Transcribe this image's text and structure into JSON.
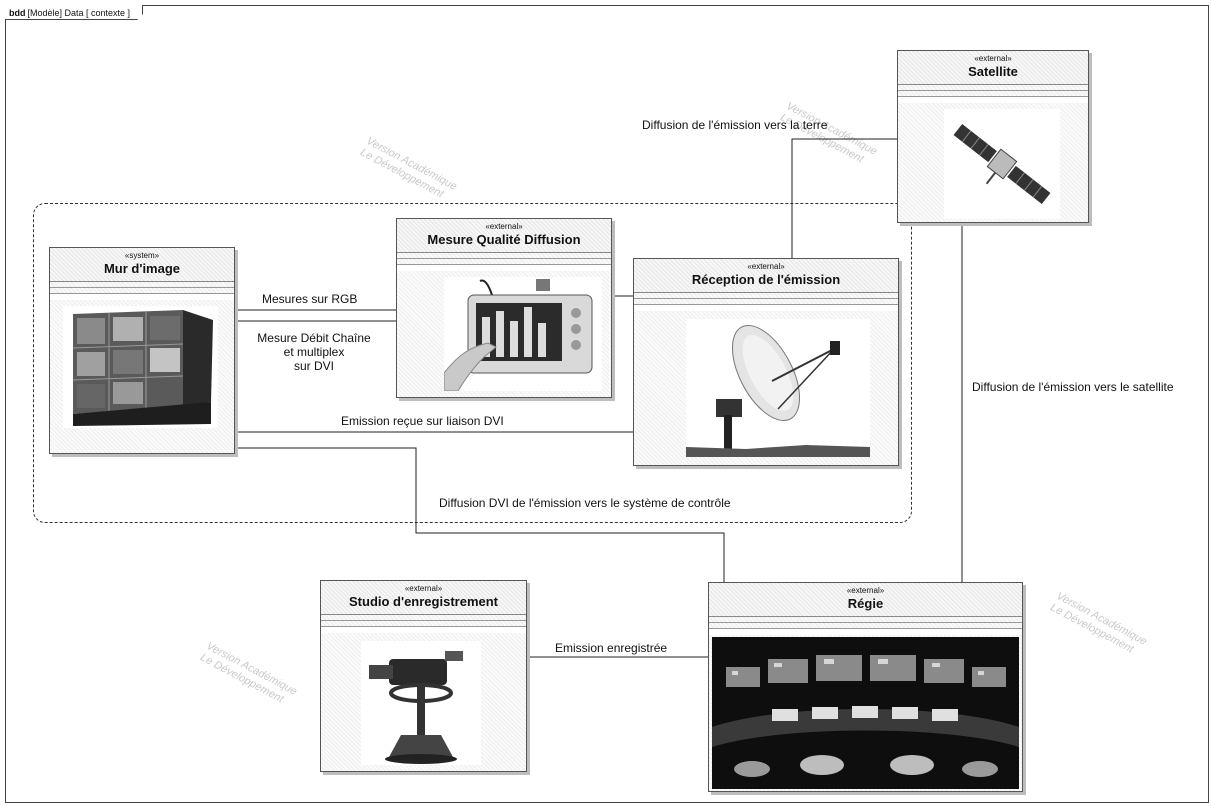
{
  "frame": {
    "kind": "bdd",
    "label": "[Modèle] Data [ contexte ]"
  },
  "blocks": {
    "mur": {
      "stereotype": "«system»",
      "name": "Mur d'image"
    },
    "mesure": {
      "stereotype": "«external»",
      "name": "Mesure Qualité Diffusion"
    },
    "reception": {
      "stereotype": "«external»",
      "name": "Réception de l'émission"
    },
    "satellite": {
      "stereotype": "«external»",
      "name": "Satellite"
    },
    "studio": {
      "stereotype": "«external»",
      "name": "Studio d'enregistrement"
    },
    "regie": {
      "stereotype": "«external»",
      "name": "Régie"
    }
  },
  "connectors": {
    "mesures_rgb": "Mesures sur RGB",
    "mesure_debit_1": "Mesure Débit Chaîne",
    "mesure_debit_2": "et multiplex",
    "mesure_debit_3": "sur DVI",
    "emission_recue": "Emission reçue sur liaison DVI",
    "diffusion_dvi": "Diffusion DVI de l'émission vers le système de contrôle",
    "diffusion_terre": "Diffusion de l'émission vers la terre",
    "diffusion_satellite": "Diffusion de l'émission vers le satellite",
    "emission_enregistree": "Emission enregistrée"
  },
  "watermarks": {
    "line1": "Version Académique",
    "line2": "Le Développement"
  }
}
